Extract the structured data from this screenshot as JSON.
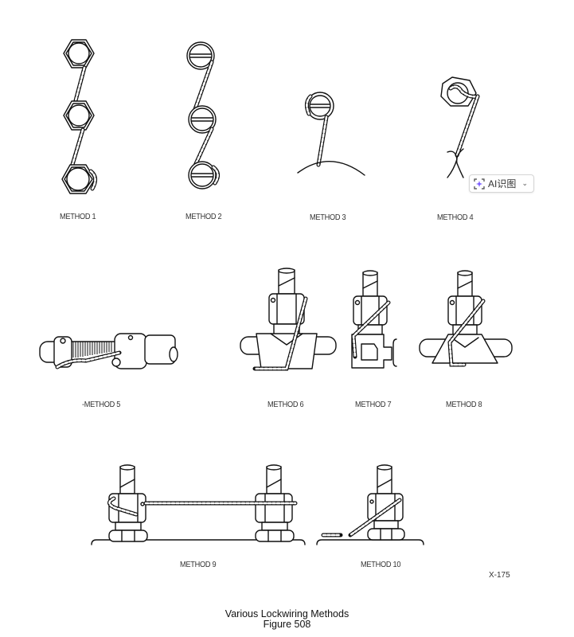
{
  "figure": {
    "title": "Various Lockwiring Methods",
    "number": "Figure 508",
    "reference": "X-175"
  },
  "methods": [
    {
      "label": "METHOD 1",
      "description": "three hex bolt heads in series, double-twist wire"
    },
    {
      "label": "METHOD 2",
      "description": "three slotted screw heads in series, double-twist wire"
    },
    {
      "label": "METHOD 3",
      "description": "single slotted screw head wired to housing"
    },
    {
      "label": "METHOD 4",
      "description": "single hex bolt head with wire twisted and knotted"
    },
    {
      "label": "-METHOD 5",
      "description": "coupling nut to union, wire across threads"
    },
    {
      "label": "METHOD 6",
      "description": "fitting nut wired around tee body"
    },
    {
      "label": "METHOD 7",
      "description": "fitting nut wired to elbow housing"
    },
    {
      "label": "METHOD 8",
      "description": "fitting nut wired around tee body, wrapped below"
    },
    {
      "label": "METHOD 9",
      "description": "two fittings on base wired together"
    },
    {
      "label": "METHOD 10",
      "description": "single fitting wired to base anchor"
    }
  ],
  "overlay": {
    "ai_button_label": "AI识图",
    "ai_icon": "sparkle-scan-icon",
    "dropdown_icon": "chevron-down-icon",
    "accent_color": "#7b5cff"
  }
}
